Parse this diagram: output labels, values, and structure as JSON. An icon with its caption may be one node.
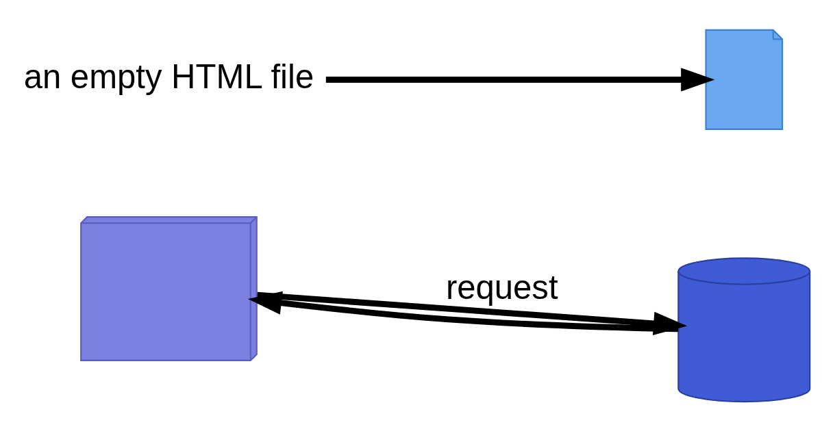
{
  "diagram": {
    "nodes": [
      {
        "text": [],
        "shape": "computer"
      },
      {
        "text": [],
        "shape": "document"
      },
      {
        "text": [
          "an empty HTML file"
        ]
      },
      {
        "text": [],
        "shape": "server"
      }
    ],
    "edges": [
      {
        "from": 3,
        "to": 0,
        "arrow": "to"
      },
      {
        "from": 0,
        "to": 3,
        "arrow": "to",
        "label": "request"
      },
      {
        "from": 2,
        "to": 1,
        "arrow": "to"
      }
    ]
  }
}
